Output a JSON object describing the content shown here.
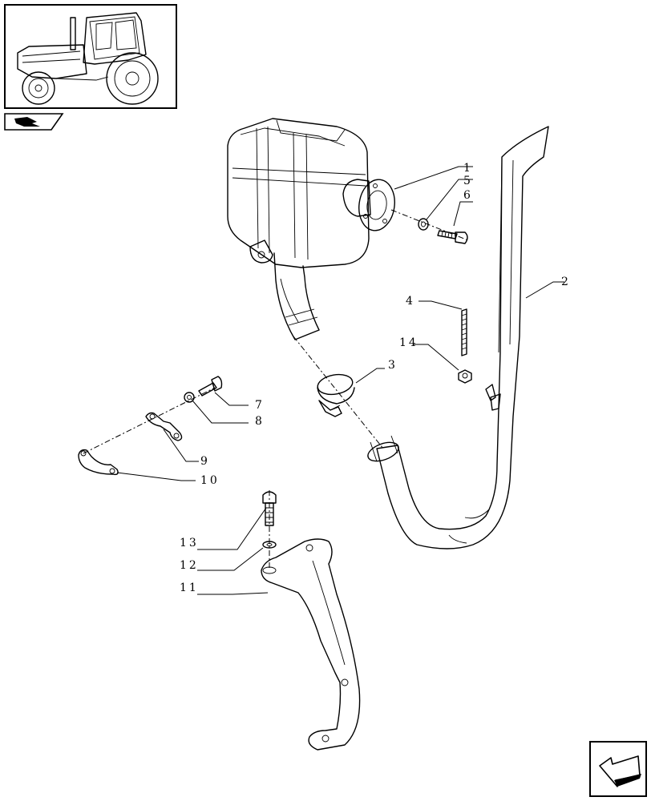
{
  "callouts": {
    "c1": "1",
    "c2": "2",
    "c3": "3",
    "c4": "4",
    "c5": "5",
    "c6": "6",
    "c7": "7",
    "c8": "8",
    "c9": "9",
    "c10": "10",
    "c11": "11",
    "c12": "12",
    "c13": "13",
    "c14": "14"
  },
  "icons": {
    "thumbnail": "tractor-thumbnail-icon",
    "tab": "book-arrow-icon",
    "next": "next-page-arrow-icon"
  }
}
